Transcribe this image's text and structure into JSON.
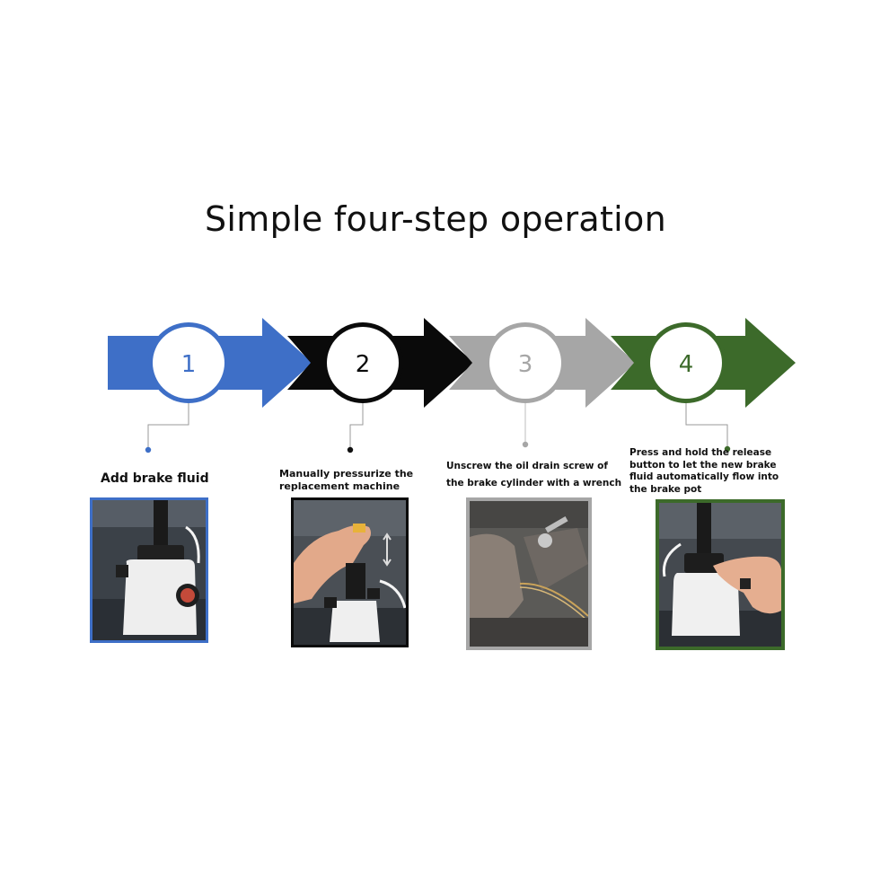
{
  "title": "Simple four-step operation",
  "colors": {
    "step1": "#3e6fc7",
    "step2": "#0a0a0a",
    "step3": "#a6a6a6",
    "step4": "#3c6a2a"
  },
  "steps": [
    {
      "number": "1",
      "color": "#3e6fc7",
      "caption": [
        "Add  brake fluid"
      ]
    },
    {
      "number": "2",
      "color": "#0a0a0a",
      "caption": [
        "Manually pressurize the",
        "replacement machine"
      ]
    },
    {
      "number": "3",
      "color": "#a6a6a6",
      "caption": [
        "Unscrew the oil drain screw of",
        "the brake cylinder with a wrench"
      ]
    },
    {
      "number": "4",
      "color": "#3c6a2a",
      "caption": [
        "Press and hold the release",
        "button to let the new brake",
        "fluid automatically flow into",
        "the brake pot"
      ]
    }
  ]
}
